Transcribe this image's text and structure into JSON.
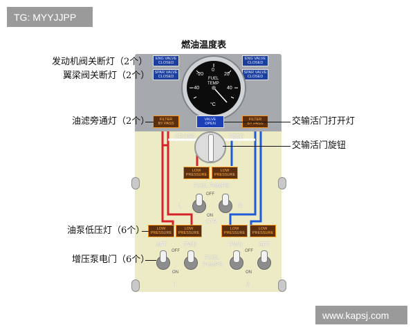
{
  "watermarks": {
    "top_left": "TG: MYYJJPP",
    "bottom_right": "www.kapsj.com"
  },
  "title": "燃油温度表",
  "callouts": {
    "engine_valve_lights": "发动机阀关断灯（2个）",
    "spar_valve_lights": "翼梁阀关断灯（2个）",
    "filter_bypass_lights": "油滤旁通灯（2个）",
    "crossfeed_valve_open_light": "交输活门打开灯",
    "crossfeed_knob": "交输活门旋钮",
    "low_pressure_lights": "油泵低压灯（6个）",
    "pump_switches": "增压泵电门（6个）"
  },
  "panel": {
    "eng_valve_closed": [
      "ENG VALVE",
      "CLOSED"
    ],
    "spar_valve_closed": [
      "SPAR VALVE",
      "CLOSED"
    ],
    "filter_bypass": [
      "FILTER",
      "BY PASS"
    ],
    "valve_open": [
      "VALVE",
      "OPEN"
    ],
    "cross": "CROSS",
    "feed": "FEED",
    "low_pressure": [
      "LOW",
      "PRESSURE"
    ],
    "fuel_pumps": "FUEL PUMPS",
    "fuel_pumps_stacked": [
      "FUEL",
      "PUMPS"
    ],
    "off": "OFF",
    "on": "ON",
    "ctr": "CTR",
    "left": "L",
    "right": "R",
    "aft": "AFT",
    "fwd": "FWD",
    "one": "1",
    "two": "2"
  },
  "gauge": {
    "label": [
      "FUEL",
      "TEMP"
    ],
    "unit": "°C",
    "ticks": [
      "-20",
      "0",
      "20",
      "-40",
      "40"
    ]
  },
  "colors": {
    "panel_gray": "#a6a9ad",
    "panel_cream": "#ecebc6",
    "left_fuel_line": "#d8222a",
    "right_fuel_line": "#1e5bd6",
    "amber": "#ff9a1c",
    "blue_light": "#1c3f9e"
  }
}
